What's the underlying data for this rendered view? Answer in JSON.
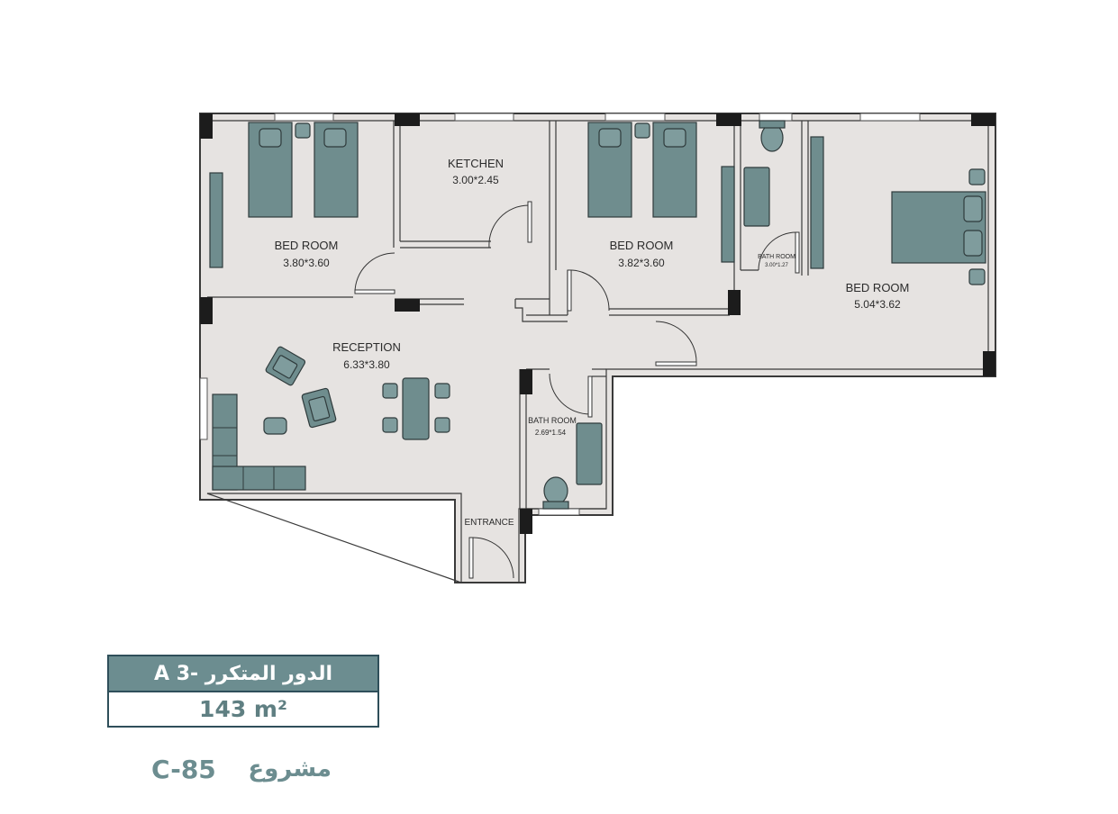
{
  "rooms": {
    "bedroom_1": {
      "label": "BED ROOM",
      "dims": "3.80*3.60"
    },
    "kitchen": {
      "label": "KETCHEN",
      "dims": "3.00*2.45"
    },
    "bedroom_2": {
      "label": "BED ROOM",
      "dims": "3.82*3.60"
    },
    "bathroom_small": {
      "label": "BATH ROOM",
      "dims": "3.00*1.27"
    },
    "bedroom_3": {
      "label": "BED ROOM",
      "dims": "5.04*3.62"
    },
    "reception": {
      "label": "RECEPTION",
      "dims": "6.33*3.80"
    },
    "bathroom_2": {
      "label": "BATH ROOM",
      "dims": "2.69*1.54"
    },
    "entrance": {
      "label": "ENTRANCE"
    }
  },
  "info": {
    "floor_title": "الدور المتكرر -A 3",
    "area": "143 m²"
  },
  "project": {
    "word": "مشروع",
    "code": "C-85"
  },
  "colors": {
    "furniture": "#6f8d8e",
    "accent": "#6c8d90",
    "border": "#2f4f5a",
    "floor": "#e6e3e1",
    "wall": "#3a3a3a"
  }
}
